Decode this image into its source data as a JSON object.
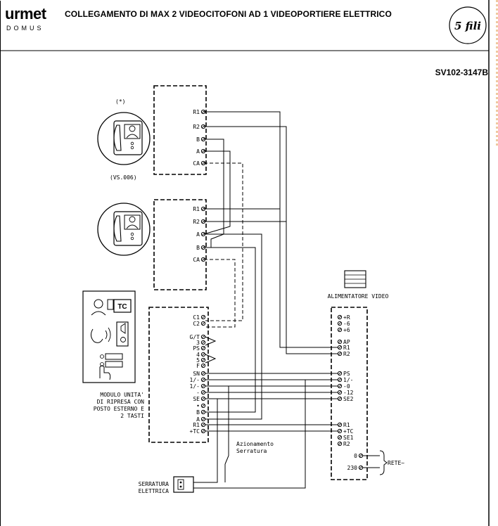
{
  "header": {
    "brand": "urmet",
    "brand_sub": "DOMUS",
    "title": "COLLEGAMENTO DI MAX 2 VIDEOCITOFONI AD 1 VIDEOPORTIERE ELETTRICO",
    "badge": "5 fili",
    "code": "SV102-3147B"
  },
  "monitor1": {
    "note": "(*)",
    "model": "(VS.006)",
    "terminals": [
      "R1",
      "R2",
      "B",
      "A",
      "CA"
    ]
  },
  "monitor2": {
    "terminals": [
      "R1",
      "R2",
      "A",
      "B",
      "CA"
    ]
  },
  "camera_unit": {
    "tc_label": "TC",
    "terminals_top": [
      "C1",
      "C2"
    ],
    "terminals_bottom": [
      "G/T",
      "3",
      "PS",
      "4",
      "5",
      "F",
      "SN",
      "1/-",
      "1/-",
      "-",
      "SE",
      "•",
      "B",
      "A",
      "R1",
      "+TC"
    ],
    "description": [
      "MODULO UNITA'",
      "DI RIPRESA CON",
      "POSTO ESTERNO E",
      "2 TASTI"
    ]
  },
  "power_supply": {
    "title": "ALIMENTATORE VIDEO",
    "group1": [
      "+R",
      "-6",
      "+6"
    ],
    "group2": [
      "AP",
      "R1",
      "R2"
    ],
    "group3": [
      "PS",
      "1/-",
      "-0",
      "-12",
      "SE2"
    ],
    "group4": [
      "R1",
      "+TC",
      "SE1",
      "R2"
    ],
    "mains": [
      "0",
      "230"
    ],
    "mains_label": "RETE~"
  },
  "lock": {
    "label_line1": "SERRATURA",
    "label_line2": "ELETTRICA",
    "switch_line1": "Azionamento",
    "switch_line2": "Serratura"
  }
}
